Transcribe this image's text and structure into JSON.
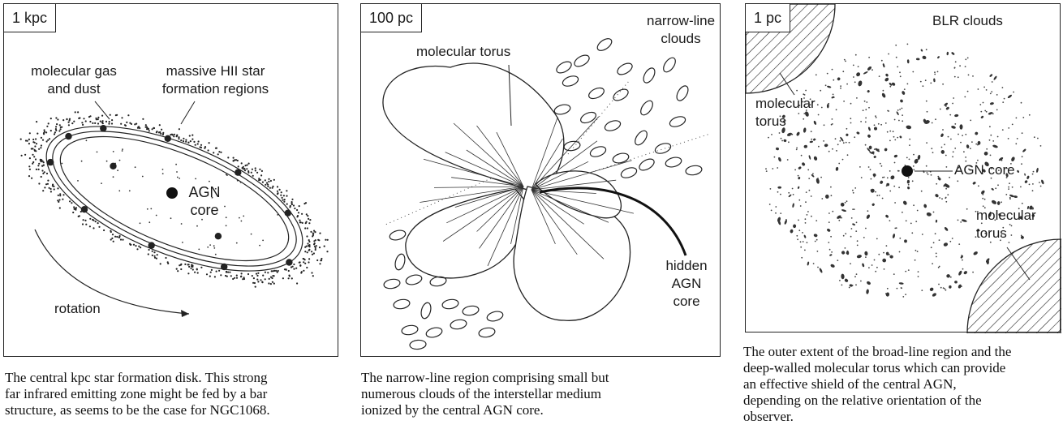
{
  "panels": [
    {
      "scale": "1 kpc",
      "labels": {
        "gas_line1": "molecular gas",
        "gas_line2": "and dust",
        "hii_line1": "massive HII star",
        "hii_line2": "formation regions",
        "agn_line1": "AGN",
        "agn_line2": "core",
        "rotation": "rotation"
      },
      "caption": [
        "The central kpc star formation disk. This strong",
        "far infrared emitting zone might be fed by a bar",
        "structure, as seems to be the case for NGC1068."
      ]
    },
    {
      "scale": "100 pc",
      "labels": {
        "nlc_line1": "narrow-line",
        "nlc_line2": "clouds",
        "torus": "molecular torus",
        "hidden_line1": "hidden",
        "hidden_line2": "AGN",
        "hidden_line3": "core"
      },
      "caption": [
        "The narrow-line region comprising small but",
        "numerous clouds of the interstellar medium",
        "ionized by the central AGN core."
      ]
    },
    {
      "scale": "1 pc",
      "labels": {
        "blr": "BLR clouds",
        "torus1_line1": "molecular",
        "torus1_line2": "torus",
        "agn": "AGN core",
        "torus2_line1": "molecular",
        "torus2_line2": "torus"
      },
      "caption": [
        "The outer extent of the broad-line region and the",
        "deep-walled molecular torus which can provide",
        "an effective shield of the central AGN,",
        "depending on the relative orientation of the",
        "observer."
      ]
    }
  ]
}
